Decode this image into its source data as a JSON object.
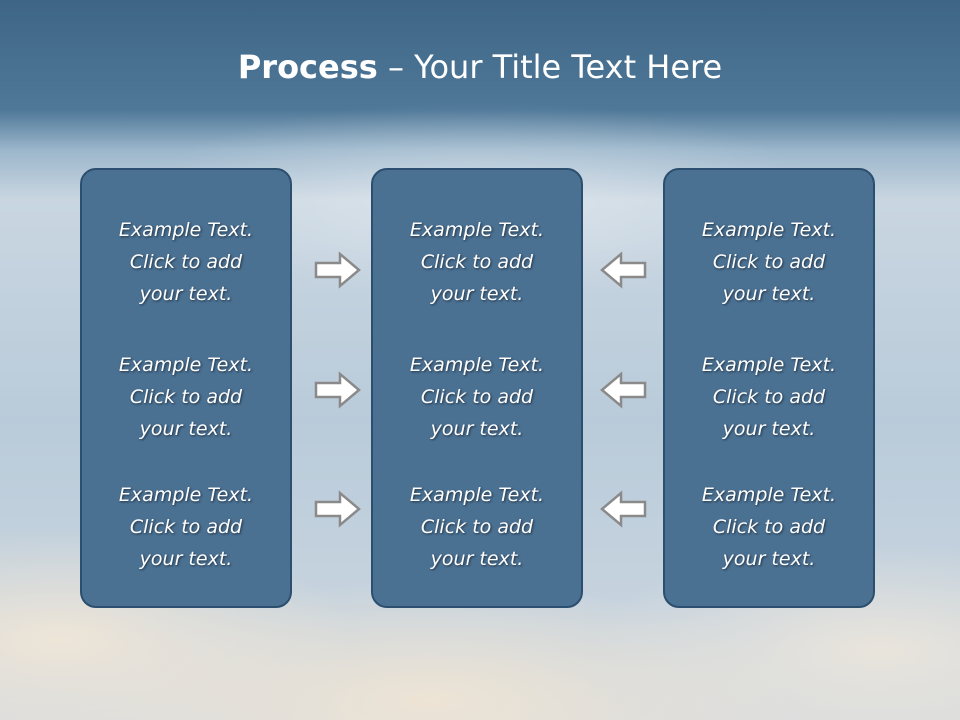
{
  "title": {
    "bold": "Process",
    "rest": " – Your Title Text Here"
  },
  "columns": [
    {
      "items": [
        {
          "line1": "Example Text.",
          "line2": "Click  to add",
          "line3": "your text."
        },
        {
          "line1": "Example Text.",
          "line2": "Click  to add",
          "line3": "your text."
        },
        {
          "line1": "Example Text.",
          "line2": "Click  to add",
          "line3": "your text."
        }
      ]
    },
    {
      "items": [
        {
          "line1": "Example Text.",
          "line2": "Click  to add",
          "line3": "your text."
        },
        {
          "line1": "Example Text.",
          "line2": "Click  to add",
          "line3": "your text."
        },
        {
          "line1": "Example Text.",
          "line2": "Click  to add",
          "line3": "your text."
        }
      ]
    },
    {
      "items": [
        {
          "line1": "Example Text.",
          "line2": "Click  to add",
          "line3": "your text."
        },
        {
          "line1": "Example Text.",
          "line2": "Click  to add",
          "line3": "your text."
        },
        {
          "line1": "Example Text.",
          "line2": "Click  to add",
          "line3": "your text."
        }
      ]
    }
  ],
  "colors": {
    "panel": "#4a7092",
    "panel_border": "#2c4f6f",
    "title_bar": "#3e6585",
    "arrow_fill": "#ffffff",
    "arrow_stroke": "#8a8a8a"
  },
  "icons": {
    "left_arrows": "arrow-right-icon",
    "right_arrows": "arrow-left-icon"
  }
}
